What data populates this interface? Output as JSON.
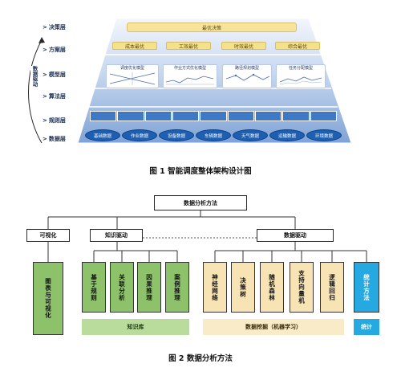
{
  "fig1": {
    "levels": [
      {
        "arrow": ">",
        "label": "决策层"
      },
      {
        "arrow": ">",
        "label": "方案层"
      },
      {
        "arrow": ">",
        "label": "模型层"
      },
      {
        "arrow": ">",
        "label": "算法层"
      },
      {
        "arrow": ">",
        "label": "规则层"
      },
      {
        "arrow": ">",
        "label": "数据层"
      }
    ],
    "side_label": "数据驱动",
    "decision_label": "最优决策",
    "plans": [
      "成本最优",
      "工效最优",
      "时效最优",
      "综合最优"
    ],
    "models": [
      "调度优化模型",
      "作业方式优化模型",
      "路径规划模型",
      "任务分配模型"
    ],
    "algorithms": [
      "",
      "",
      "",
      "",
      "",
      "",
      "",
      "",
      ""
    ],
    "data_items": [
      "基础数据",
      "作业数据",
      "设备数据",
      "车辆数据",
      "天气数据",
      "运输数据",
      "环境数据"
    ],
    "caption": "图 1  智能调度整体架构设计图"
  },
  "fig2": {
    "root": "数据分析方法",
    "visualization": {
      "label": "可视化",
      "item": "图表与可视化"
    },
    "knowledge": {
      "label": "知识驱动",
      "items": [
        "基于规则",
        "关联分析",
        "因果推理",
        "案例推理"
      ],
      "footer": "知识库"
    },
    "data_driven": {
      "label": "数据驱动",
      "items": [
        "神经网络",
        "决策树",
        "随机森林",
        "支持向量机",
        "逻辑回归"
      ],
      "footer": "数据挖掘（机器学习）"
    },
    "stats": {
      "item": "统计方法",
      "footer": "统计"
    },
    "caption": "图 2  数据分析方法"
  },
  "colors": {
    "blue_dark": "#1d5fb3",
    "green": "#8dc26b",
    "beige": "#f7e3b4",
    "cyan": "#26a8e0",
    "yellow": "#f7e49a"
  }
}
